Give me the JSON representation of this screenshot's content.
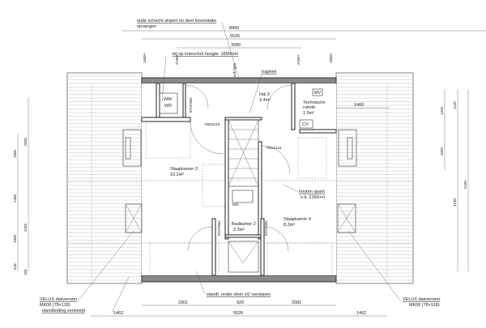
{
  "annotations": {
    "shaft_note_line1": "oude schacht slopen en deel bovendaks",
    "shaft_note_line2": "opvangen",
    "kneewall_note": "let op knieschot hoogte: 1800mm",
    "traphek": "traphek",
    "houten_spant_line1": "houten spant",
    "houten_spant_line2": "o.k. 2160+vl",
    "standleiding_floor": "standl. onder vloer vl2 verslepen",
    "velux_left_line1": "VELUX dakvenster",
    "velux_left_line2": "MK06 (78×118)",
    "standleiding_moved": "standleiding versleept",
    "velux_right_line1": "VELUX dakvenster",
    "velux_right_line2": "MK06 (78×118)"
  },
  "rooms": {
    "wm": "WM",
    "wd": "WD",
    "hal_name": "Hal 3",
    "hal_area": "3.4m²",
    "tech_name1": "Technische",
    "tech_name2": "ruimte",
    "tech_area": "1.5m²",
    "mv": "MV",
    "cv": "CV",
    "slaap3_name": "Slaapkamer 3",
    "slaap3_area": "10.2m²",
    "slaap4_name": "Slaapkamer 4",
    "slaap4_area": "8.2m²",
    "bad_name": "Badkamer 2",
    "bad_area": "2.3m²",
    "sink": "600"
  },
  "doors": {
    "d1": "780x2115",
    "d2": "780x2115",
    "d3": "780x2115",
    "d4": "780x2115",
    "d5": "780x2115"
  },
  "dimensions": {
    "top_overall": "8450",
    "top_mid": "5526",
    "top_inner": "3580",
    "height_left_outer": "1600+",
    "height_left_inner": "2100+",
    "height_ridge": "nok hgte",
    "height_right_inner": "2100+",
    "height_right_outer": "1600+",
    "right_1460": "1460",
    "left": [
      "2835",
      "1000",
      "1480",
      "2325",
      "1000",
      "640",
      "150"
    ],
    "right": [
      "1340",
      "1120",
      "1020",
      "5430",
      "4190"
    ],
    "bottom_row1": [
      "2301",
      "920",
      "2082"
    ],
    "bottom_row2": [
      "1462",
      "5526",
      "1462"
    ]
  }
}
